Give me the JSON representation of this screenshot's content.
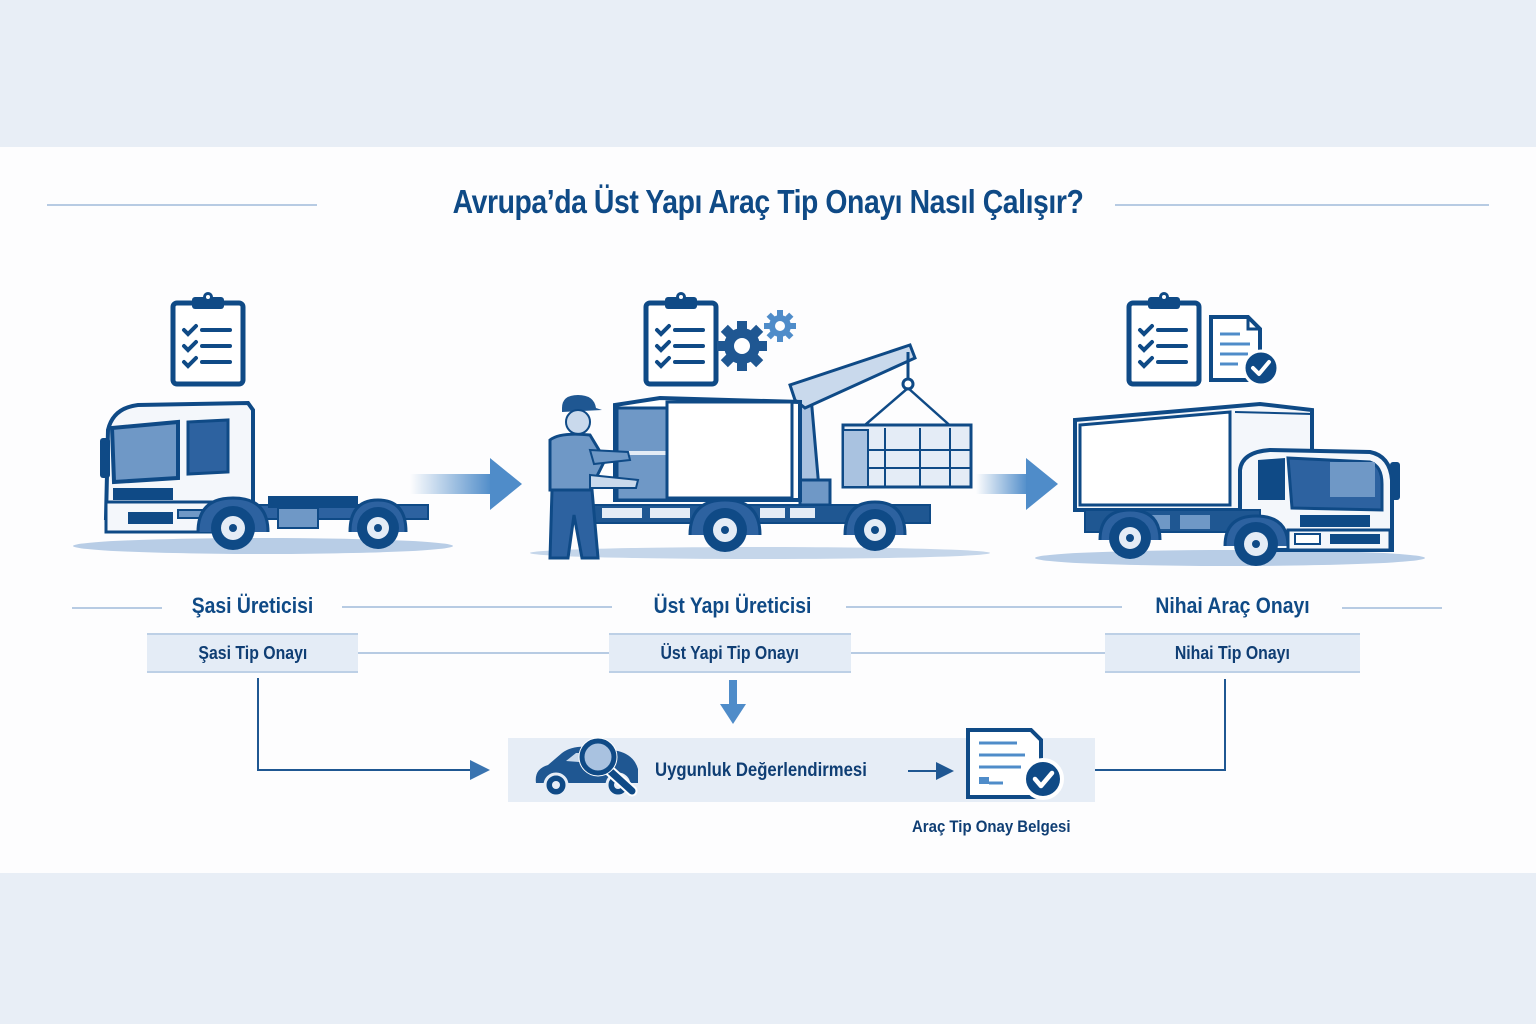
{
  "title": "Avrupa’da Üst Yapı Araç Tip Onayı Nasıl Çalışır?",
  "colors": {
    "primary": "#0f4a86",
    "dark": "#0f3e74",
    "accent": "#4f8cc9",
    "light_fill": "#e4ecf6",
    "background_band": "#e8eef6",
    "panel": "#fdfdfe",
    "rule": "#b7cbe3"
  },
  "stages": [
    {
      "title": "Şasi Üreticisi",
      "approval": "Şasi Tip Onayı",
      "icons": [
        "clipboard-checklist-icon"
      ],
      "illustration": "chassis-cab-truck"
    },
    {
      "title": "Üst Yapı Üreticisi",
      "approval": "Üst Yapi Tip Onayı",
      "icons": [
        "clipboard-checklist-icon",
        "gears-icon"
      ],
      "illustration": "worker-crane-body-mounting"
    },
    {
      "title": "Nihai Araç Onayı",
      "approval": "Nihai Tip Onayı",
      "icons": [
        "clipboard-checklist-icon",
        "approved-document-icon"
      ],
      "illustration": "completed-box-truck"
    }
  ],
  "assessment": {
    "label": "Uygunluk Değerlendirmesi",
    "icon": "car-inspection-magnifier-icon"
  },
  "certificate": {
    "label": "Araç Tip Onay Belgesi",
    "icon": "certificate-check-icon"
  }
}
